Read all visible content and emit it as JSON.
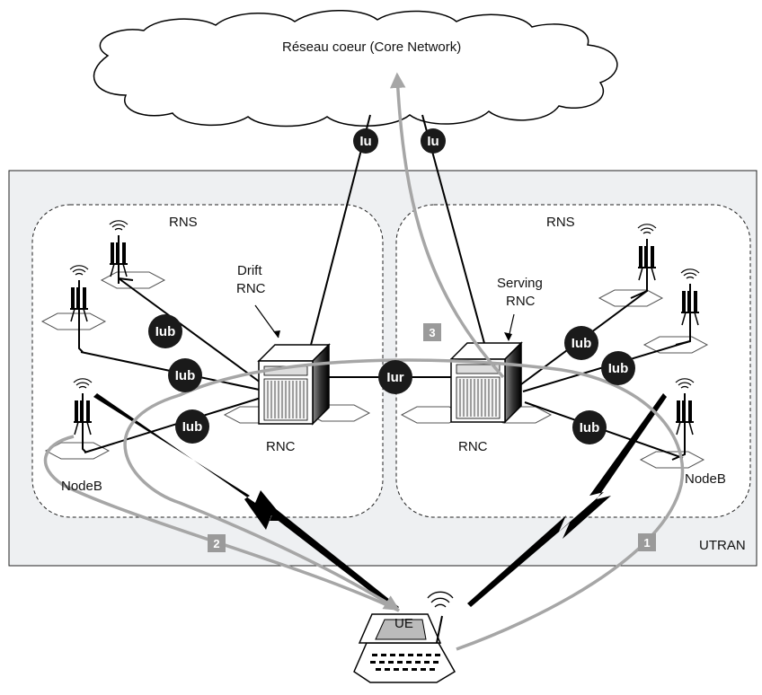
{
  "core_network": {
    "label": "Réseau coeur (Core Network)"
  },
  "utran": {
    "label": "UTRAN",
    "fill": "#eef0f2"
  },
  "rns_left": {
    "label": "RNS"
  },
  "rns_right": {
    "label": "RNS"
  },
  "drift_rnc": {
    "role_line1": "Drift",
    "role_line2": "RNC",
    "label": "RNC"
  },
  "serving_rnc": {
    "role_line1": "Serving",
    "role_line2": "RNC",
    "label": "RNC"
  },
  "nodeb_left": {
    "label": "NodeB"
  },
  "nodeb_right": {
    "label": "NodeB"
  },
  "ue": {
    "label": "UE"
  },
  "interfaces": {
    "iu": "Iu",
    "iub": "Iub",
    "iur": "Iur"
  },
  "steps": {
    "s1": "1",
    "s2": "2",
    "s3": "3"
  },
  "colors": {
    "path": "#a6a6a6",
    "step_badge": "#9a9a9a",
    "bubble": "#1a1a1a"
  }
}
